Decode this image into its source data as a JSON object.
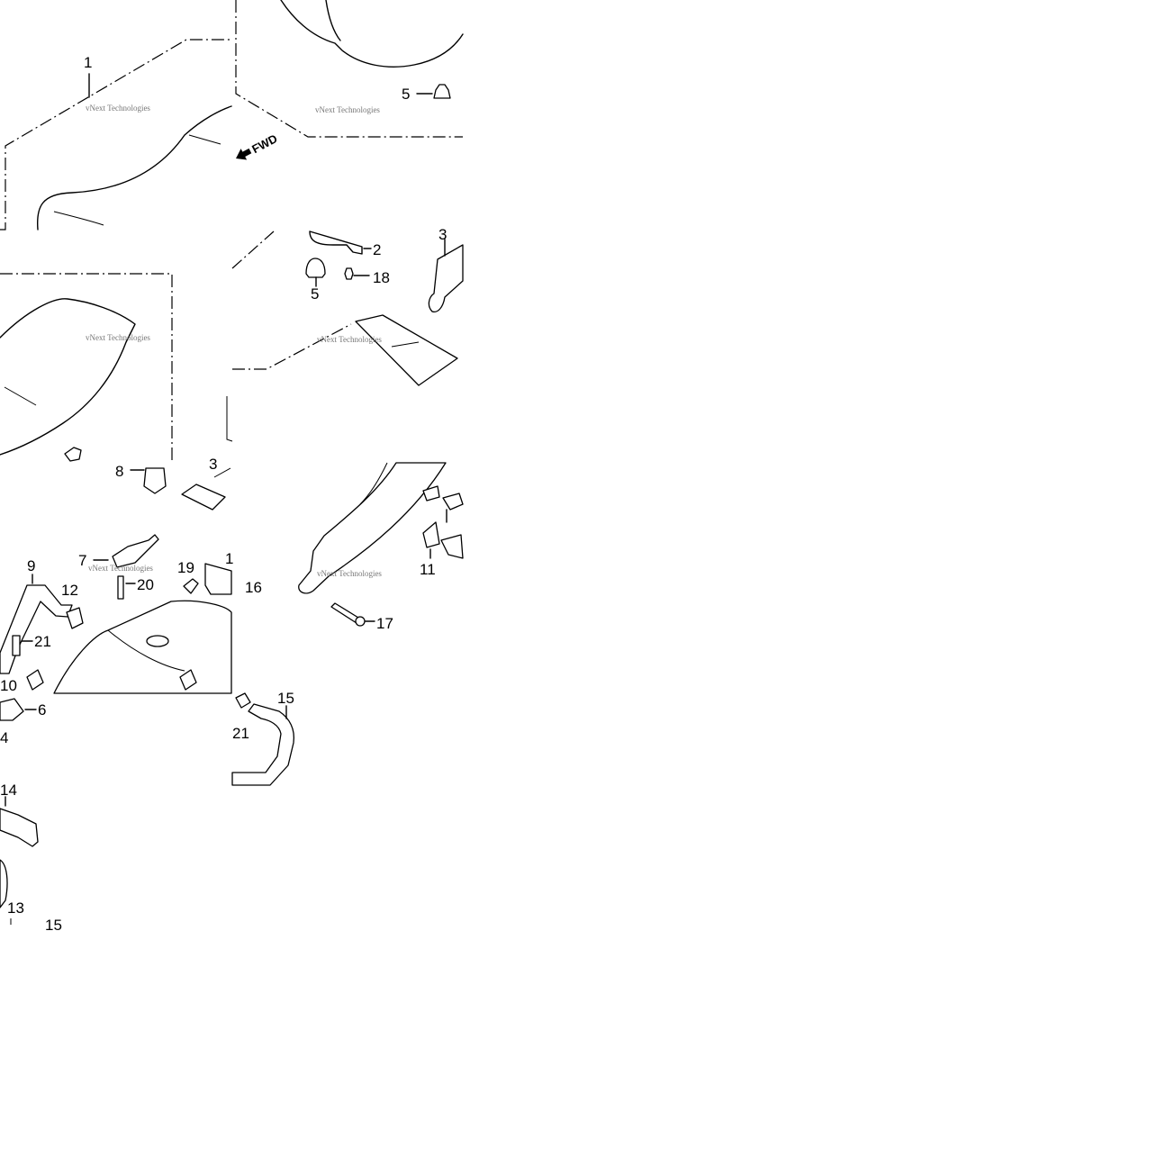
{
  "diagram": {
    "direction_label": "FWD",
    "watermark": "vNext Technologies",
    "callouts": {
      "c1": "1",
      "c5_top": "5",
      "c2": "2",
      "c3": "3",
      "c18": "18",
      "c5_mid": "5",
      "c8": "8",
      "c3_small": "3",
      "c9": "9",
      "c7": "7",
      "c19": "19",
      "c1_small": "1",
      "c12": "12",
      "c20": "20",
      "c16": "16",
      "c21": "21",
      "c10": "10",
      "c6": "6",
      "c4": "4",
      "c11": "11",
      "c17": "17",
      "c15_top": "15",
      "c21_b": "21",
      "c14": "14",
      "c13": "13",
      "c15_bottom": "15"
    }
  }
}
